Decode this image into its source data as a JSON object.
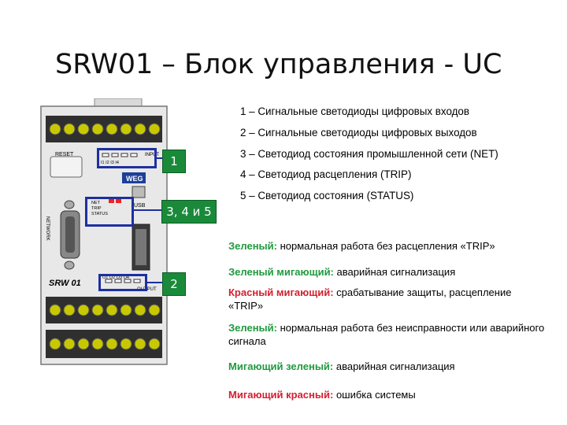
{
  "title": "SRW01 – Блок управления - UC",
  "legend": [
    "1 – Сигнальные светодиоды цифровых входов",
    "2 – Сигнальные светодиоды цифровых выходов",
    "3 – Светодиод состояния промышленной сети (NET)",
    "4 – Светодиод расцепления (TRIP)",
    "5 – Светодиод состояния (STATUS)"
  ],
  "status_items": [
    {
      "label": "Зеленый:",
      "text": " нормальная работа без расцепления «TRIP»",
      "color": "#1f9a3e"
    },
    {
      "label": "Зеленый мигающий:",
      "text": " аварийная сигнализация",
      "color": "#1f9a3e"
    },
    {
      "label": "Красный мигающий:",
      "text": " срабатывание защиты, расцепление «TRIP»",
      "color": "#d31f2e"
    },
    {
      "label": "Зеленый:",
      "text": " нормальная работа без неисправности или аварийного сигнала",
      "color": "#1f9a3e"
    },
    {
      "label": "Мигающий зеленый:",
      "text": " аварийная сигнализация",
      "color": "#1f9a3e"
    },
    {
      "label": "Мигающий красный:",
      "text": " ошибка системы",
      "color": "#d31f2e"
    }
  ],
  "callouts": {
    "c1": "1",
    "c2": "3, 4 и 5",
    "c3": "2"
  },
  "device": {
    "reset": "RESET",
    "input": "INPUT",
    "input_leds": "I1  I2  I3  I4",
    "usb": "USB",
    "net": "NET",
    "trip": "TRIP",
    "status": "STATUS",
    "network": "NETWORK",
    "model": "SRW 01",
    "output_leds": "O1 O2 O3 O4",
    "output": "OUTPUT",
    "brand": "WEG"
  },
  "colors": {
    "callout_bg": "#1a8a3a",
    "highlight": "#1d2fa0",
    "green_text": "#1f9a3e",
    "red_text": "#d31f2e"
  }
}
